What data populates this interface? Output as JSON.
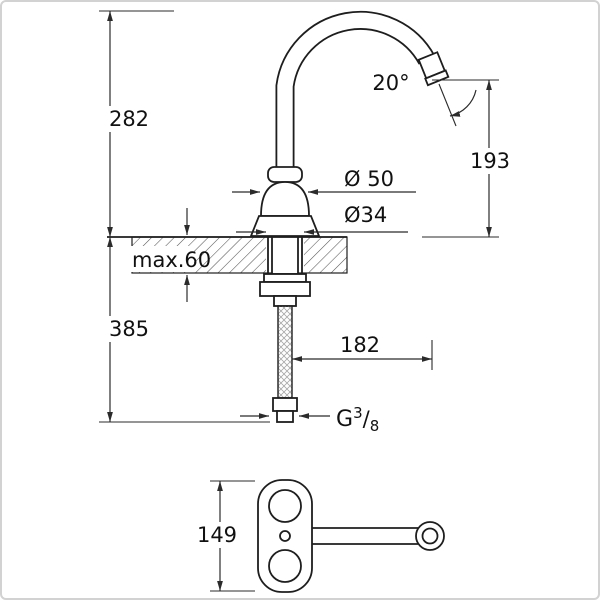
{
  "page": {
    "background": "#ffffff",
    "frame_border_color": "#d2d2d2",
    "line_color": "#1e1e1e",
    "text_color": "#111111"
  },
  "drawing": {
    "kind": "faucet-installation-dimension-drawing",
    "views": {
      "front_view": "side elevation of single-hole mixer tap with gooseneck spout, countertop cross-section and flexible supply hose",
      "top_view": "plan view of tap body with spout arm and outlet"
    },
    "dimensions": {
      "height_above_counter": "282",
      "height_below_counter": "385",
      "outlet_height": "193",
      "spout_angle": "20°",
      "body_diameter": "Ø 50",
      "hole_diameter": "Ø34",
      "counter_thickness": "max.60",
      "spout_reach": "182",
      "thread_prefix": "G",
      "thread_numerator": "3",
      "thread_slash": "/",
      "thread_denominator": "8",
      "top_view_depth": "149"
    }
  }
}
